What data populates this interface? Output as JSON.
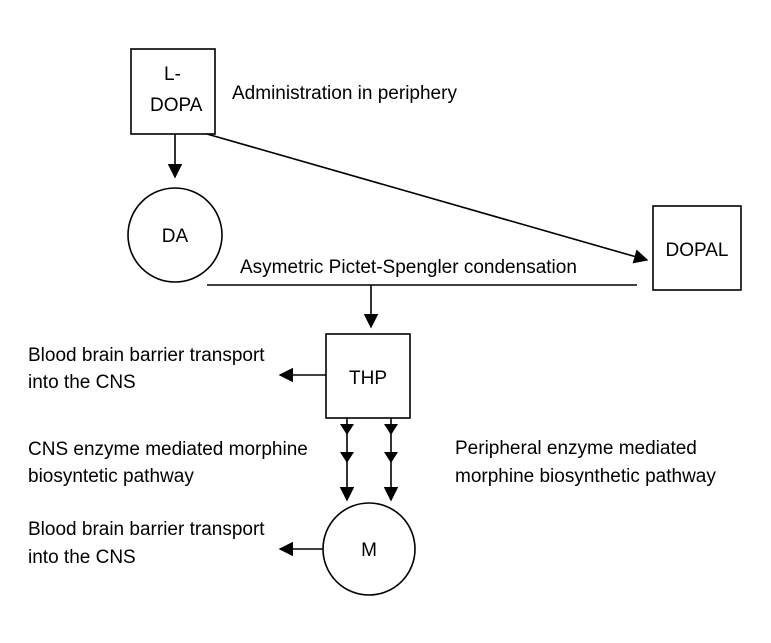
{
  "nodes": {
    "ldopa": {
      "line1": "L-",
      "line2": "DOPA"
    },
    "da": {
      "label": "DA"
    },
    "dopal": {
      "label": "DOPAL"
    },
    "thp": {
      "label": "THP"
    },
    "m": {
      "label": "M"
    }
  },
  "labels": {
    "administration": "Administration in periphery",
    "condensation": "Asymetric Pictet-Spengler condensation",
    "bbb_thp": {
      "line1": "Blood brain barrier transport",
      "line2": "into the CNS"
    },
    "cns_pathway": {
      "line1": "CNS enzyme mediated morphine",
      "line2": "biosyntetic pathway"
    },
    "peripheral_pathway": {
      "line1": "Peripheral enzyme mediated",
      "line2": "morphine biosynthetic pathway"
    },
    "bbb_m": {
      "line1": "Blood brain barrier transport",
      "line2": "into the CNS"
    }
  },
  "colors": {
    "stroke": "#000000",
    "background": "#ffffff"
  }
}
